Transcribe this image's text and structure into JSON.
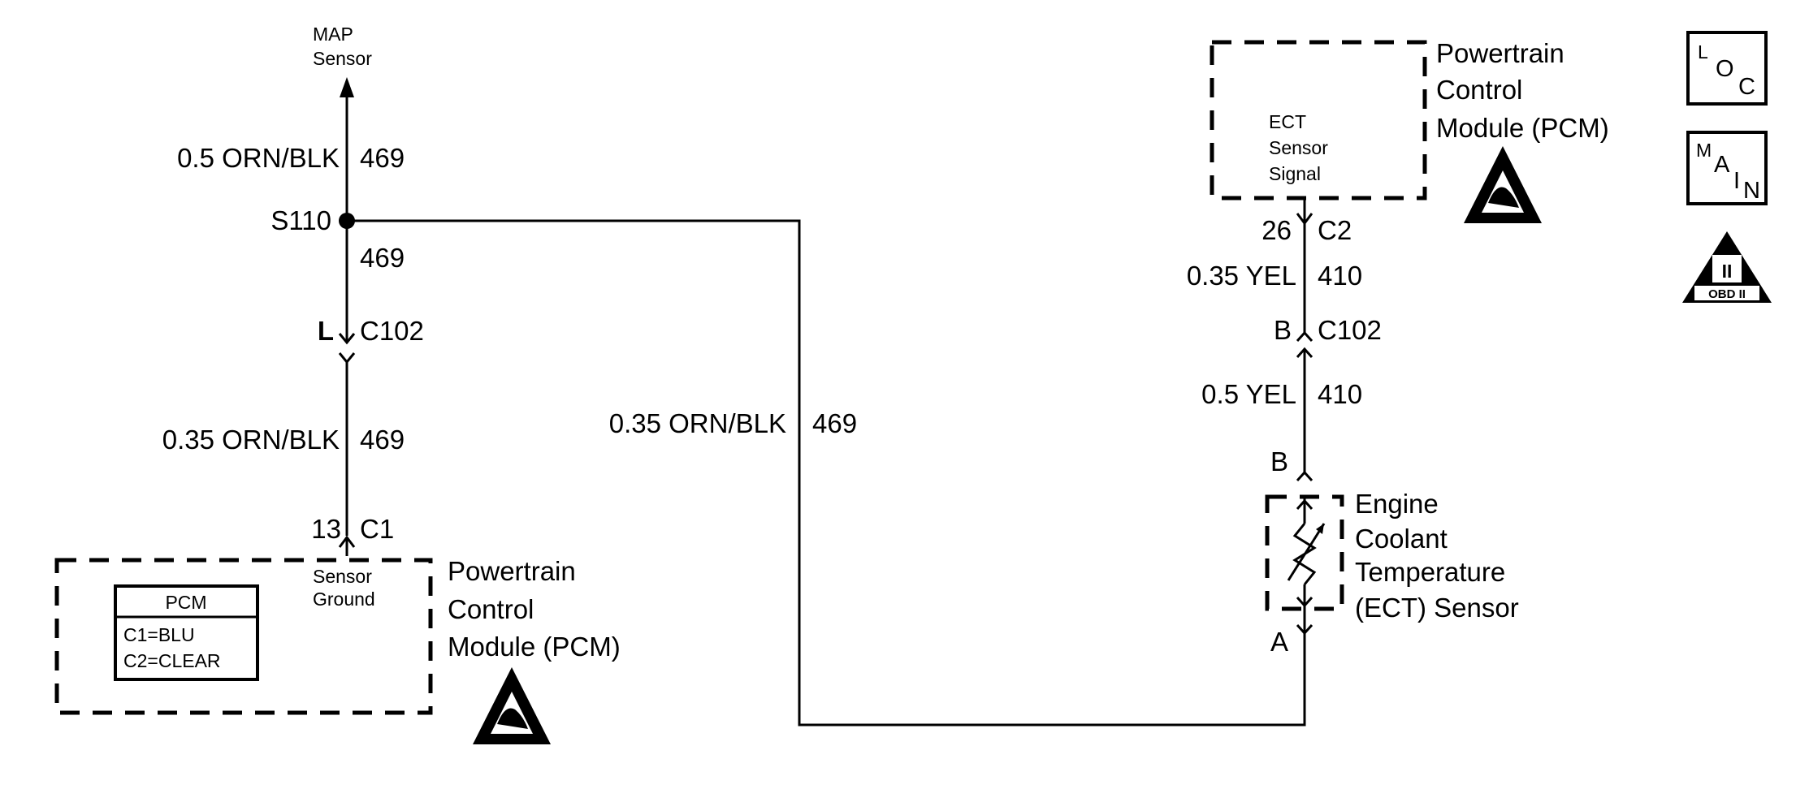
{
  "colors": {
    "ink": "#000000",
    "background": "#ffffff"
  },
  "left_circuit": {
    "map_sensor": {
      "line1": "MAP",
      "line2": "Sensor"
    },
    "upper_wire": {
      "gauge_color": "0.5 ORN/BLK",
      "circuit": "469"
    },
    "splice": {
      "label": "S110",
      "circuit_below": "469"
    },
    "connector_c102": {
      "pin": "L",
      "name": "C102"
    },
    "lower_wire": {
      "gauge_color": "0.35 ORN/BLK",
      "circuit": "469"
    },
    "pcm_connector": {
      "pin": "13",
      "name": "C1"
    },
    "pcm_pin_function": {
      "line1": "Sensor",
      "line2": "Ground"
    },
    "pcm_label": {
      "line1": "Powertrain",
      "line2": "Control",
      "line3": "Module (PCM)"
    },
    "pcm_legend": {
      "title": "PCM",
      "line1": "C1=BLU",
      "line2": "C2=CLEAR"
    }
  },
  "middle_wire": {
    "gauge_color": "0.35 ORN/BLK",
    "circuit": "469"
  },
  "right_circuit": {
    "pcm_pin_function": {
      "line1": "ECT",
      "line2": "Sensor",
      "line3": "Signal"
    },
    "pcm_label": {
      "line1": "Powertrain",
      "line2": "Control",
      "line3": "Module (PCM)"
    },
    "pcm_connector": {
      "pin": "26",
      "name": "C2"
    },
    "upper_wire": {
      "gauge_color": "0.35 YEL",
      "circuit": "410"
    },
    "connector_c102": {
      "pin": "B",
      "name": "C102"
    },
    "lower_wire": {
      "gauge_color": "0.5 YEL",
      "circuit": "410"
    },
    "sensor_pin_top": "B",
    "sensor_pin_bottom": "A",
    "sensor_label": {
      "line1": "Engine",
      "line2": "Coolant",
      "line3": "Temperature",
      "line4": "(ECT) Sensor"
    }
  },
  "icons": {
    "loc": {
      "big": "L",
      "small1": "O",
      "small2": "C"
    },
    "main": {
      "big": "M",
      "small1": "A",
      "small2": "I",
      "small3": "N"
    },
    "obd": {
      "numeral": "II",
      "caption": "OBD II"
    }
  }
}
